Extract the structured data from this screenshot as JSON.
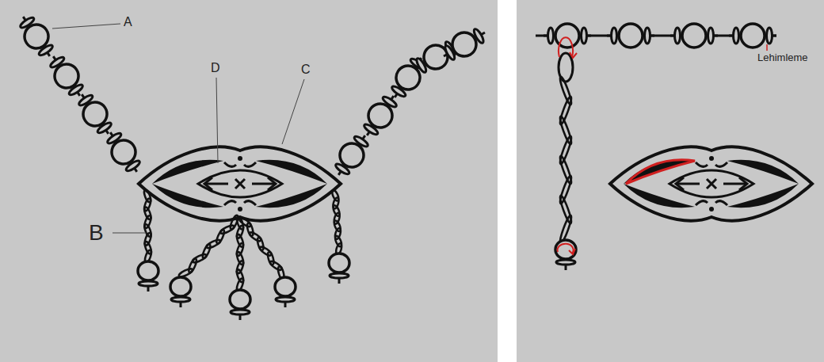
{
  "diagram": {
    "labels": [
      "A",
      "D",
      "C",
      "B",
      "Lehimleme"
    ]
  }
}
